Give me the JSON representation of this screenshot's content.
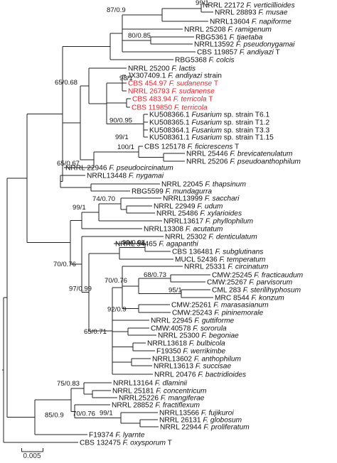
{
  "colors": {
    "branch": "#222222",
    "text": "#111111",
    "highlight": "#e8202a"
  },
  "taxa": [
    {
      "pre": "NRRL 22172",
      "sp": "F. verticillioides",
      "post": ""
    },
    {
      "pre": "NRRL 28893",
      "sp": "F. musae",
      "post": ""
    },
    {
      "pre": "NRRL13604",
      "sp": "F. napiforme",
      "post": ""
    },
    {
      "pre": "NRRL 25208",
      "sp": "F. ramigenum",
      "post": ""
    },
    {
      "pre": "RBG5361",
      "sp": "F. tjaetaba",
      "post": ""
    },
    {
      "pre": "NRRL13592",
      "sp": "F. pseudonygamai",
      "post": ""
    },
    {
      "pre": "CBS 119857",
      "sp": "F. andiyazi",
      "post": " T"
    },
    {
      "pre": "RBG5368",
      "sp": "F. colcis",
      "post": ""
    },
    {
      "pre": "NRRL 25200",
      "sp": "F. lactis",
      "post": ""
    },
    {
      "pre": "JX307409.1",
      "sp": "F. andiyazi",
      "post": " strain"
    },
    {
      "pre": "CBS 454.97",
      "sp": "F. sudanense",
      "post": " T",
      "hl": true
    },
    {
      "pre": "NRRL 26793",
      "sp": "F. sudanense",
      "post": "",
      "hl": true
    },
    {
      "pre": "CBS 483.94",
      "sp": "F. terricola",
      "post": " T",
      "hl": true
    },
    {
      "pre": "CBS 119850",
      "sp": "F. terricola",
      "post": "",
      "hl": true
    },
    {
      "pre": "KU508366.1",
      "sp": "Fusarium",
      "post": " sp. strain T6.1"
    },
    {
      "pre": "KU508365.1",
      "sp": "Fusarium",
      "post": " sp. strain T1.2"
    },
    {
      "pre": "KU508364.1",
      "sp": "Fusarium",
      "post": " sp. strain T3.3"
    },
    {
      "pre": "KU508361.1",
      "sp": "Fusarium",
      "post": " sp. strain T1.15"
    },
    {
      "pre": "CBS 125178",
      "sp": "F. ficicrescens",
      "post": " T"
    },
    {
      "pre": "NRRL 25446",
      "sp": "F. brevicatenulatum",
      "post": ""
    },
    {
      "pre": "NRRL 25206",
      "sp": "F. pseudoanthophilum",
      "post": ""
    },
    {
      "pre": "NRRL 22946",
      "sp": "F. pseudocircinatum",
      "post": ""
    },
    {
      "pre": "NRRL13448",
      "sp": "F. nygamai",
      "post": ""
    },
    {
      "pre": "NRRL 22045",
      "sp": "F. thapsinum",
      "post": ""
    },
    {
      "pre": "RBG5599",
      "sp": "F. mundagurra",
      "post": ""
    },
    {
      "pre": "NRRL13999",
      "sp": "F. sacchari",
      "post": ""
    },
    {
      "pre": "NRRL 22949",
      "sp": "F. udum",
      "post": ""
    },
    {
      "pre": "NRRL 25486",
      "sp": "F. xylarioides",
      "post": ""
    },
    {
      "pre": "NRRL13617",
      "sp": "F. phyllophilum",
      "post": ""
    },
    {
      "pre": "NRRL13308",
      "sp": "F. acutatum",
      "post": ""
    },
    {
      "pre": "NRRL 25302",
      "sp": "F. denticulatum",
      "post": ""
    },
    {
      "pre": "NRRL 54465",
      "sp": "F. agapanthi",
      "post": ""
    },
    {
      "pre": "CBS 136481",
      "sp": "F. subglutinans",
      "post": ""
    },
    {
      "pre": "MUCL 52436",
      "sp": "F. temperatum",
      "post": ""
    },
    {
      "pre": "NRRL 25331",
      "sp": "F. circinatum",
      "post": ""
    },
    {
      "pre": "CMW:25245",
      "sp": "F. fracticaudum",
      "post": ""
    },
    {
      "pre": "CMW:25267",
      "sp": "F. parvisorum",
      "post": ""
    },
    {
      "pre": "CML 283",
      "sp": "F. sterilihyphosum",
      "post": ""
    },
    {
      "pre": "MRC 8544",
      "sp": "F. konzum",
      "post": ""
    },
    {
      "pre": "CMW:25261",
      "sp": "F. marasasianum",
      "post": ""
    },
    {
      "pre": "CMW:25243",
      "sp": "F. pininemorale",
      "post": ""
    },
    {
      "pre": "NRRL 22945",
      "sp": "F. guttiforme",
      "post": ""
    },
    {
      "pre": "CMW:40578",
      "sp": "F. sororula",
      "post": ""
    },
    {
      "pre": "NRRL 25300",
      "sp": "F. begoniae",
      "post": ""
    },
    {
      "pre": "NRRL13618",
      "sp": "F. bulbicola",
      "post": ""
    },
    {
      "pre": "F19350",
      "sp": "F. werrikimbe",
      "post": ""
    },
    {
      "pre": "NRRL13602",
      "sp": "F. anthophilum",
      "post": ""
    },
    {
      "pre": "NRRL13613",
      "sp": "F. succisae",
      "post": ""
    },
    {
      "pre": "NRRL 20476",
      "sp": "F. bactridioides",
      "post": ""
    },
    {
      "pre": "NRRL13164",
      "sp": "F. dlaminii",
      "post": ""
    },
    {
      "pre": "NRRL 25181",
      "sp": "F. concentricum",
      "post": ""
    },
    {
      "pre": "NRRL25226",
      "sp": "F. mangiferae",
      "post": ""
    },
    {
      "pre": "NRRL 28852",
      "sp": "F. fractiflexum",
      "post": ""
    },
    {
      "pre": "NRRL13566",
      "sp": "F. fujikuroi",
      "post": ""
    },
    {
      "pre": "NRRL 26131",
      "sp": "F. globosum",
      "post": ""
    },
    {
      "pre": "NRRL 22944",
      "sp": "F. proliferatum",
      "post": ""
    },
    {
      "pre": "F19374",
      "sp": "F. lyarnte",
      "post": ""
    },
    {
      "pre": "CBS 132475",
      "sp": "F. oxysporum",
      "post": " T"
    }
  ],
  "support": [
    "99/1",
    "87/0.9",
    "80/0.85",
    "98/1",
    "65/0.68",
    "90/0.95",
    "99/1",
    "100/1",
    "65/0.67",
    "74/0.70",
    "99/1",
    "70/0.76",
    "97/0.99",
    "99/0.98",
    "68/0.73",
    "95/1",
    "70/0.76",
    "92/0.9",
    "65/0.71",
    "75/0.83",
    "99/1",
    "70/0.76",
    "85/0.9"
  ],
  "scale": {
    "label": "0.005"
  }
}
